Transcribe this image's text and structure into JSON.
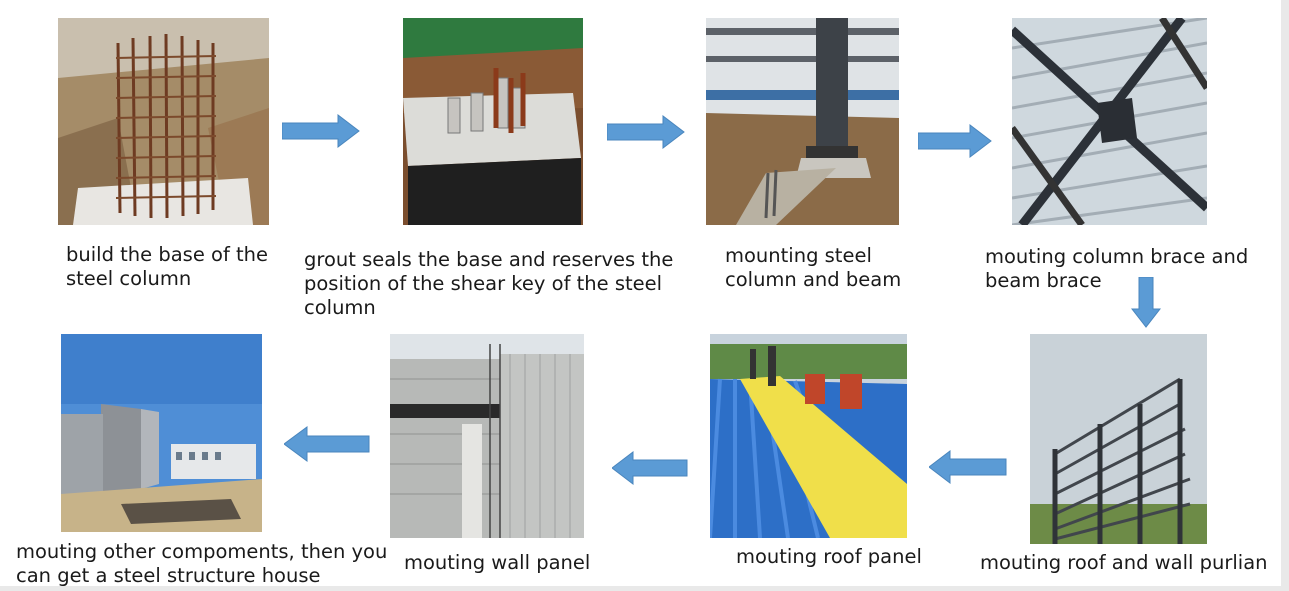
{
  "steps": [
    {
      "caption": "build the base of the steel column",
      "image": "rebar-cage-photo"
    },
    {
      "caption": "grout seals the base and reserves the position of the shear key of the steel column",
      "image": "anchor-bolts-photo"
    },
    {
      "caption": "mounting steel column  and beam",
      "image": "steel-column-photo"
    },
    {
      "caption": "mouting  column brace and beam brace",
      "image": "cross-brace-photo"
    },
    {
      "caption": "mouting roof and wall purlian",
      "image": "purlin-frame-photo"
    },
    {
      "caption": "mouting roof panel",
      "image": "roof-panel-photo"
    },
    {
      "caption": "mouting wall panel",
      "image": "wall-panel-photo"
    },
    {
      "caption": "mouting other  compoments, then you can get a steel structure house",
      "image": "finished-house-photo"
    }
  ],
  "colors": {
    "arrow": "#5b9bd5",
    "arrow_stroke": "#4a86bd",
    "text": "#1a1a1a"
  }
}
